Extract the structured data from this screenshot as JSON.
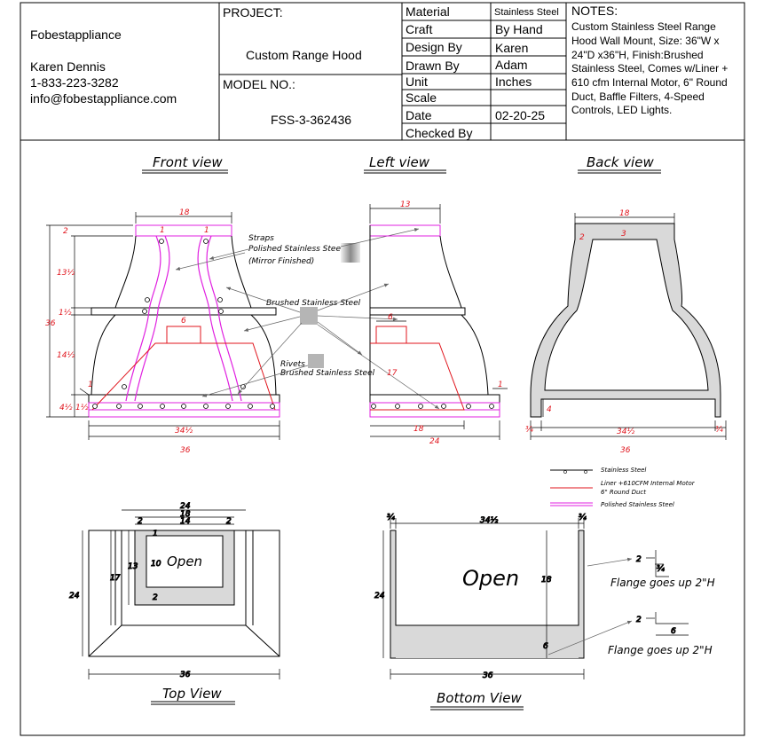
{
  "company": {
    "name": "Fobestappliance",
    "contact_name": "Karen Dennis",
    "phone": "1-833-223-3282",
    "email": "info@fobestappliance.com"
  },
  "project": {
    "label": "PROJECT:",
    "value": "Custom Range Hood"
  },
  "model": {
    "label": "MODEL NO.:",
    "value": "FSS-3-362436"
  },
  "specs": [
    {
      "label": "Material",
      "value": "Stainless Steel"
    },
    {
      "label": "Craft",
      "value": "By Hand"
    },
    {
      "label": "Design By",
      "value": "Karen"
    },
    {
      "label": "Drawn By",
      "value": "Adam"
    },
    {
      "label": "Unit",
      "value": "Inches"
    },
    {
      "label": "Scale",
      "value": ""
    },
    {
      "label": "Date",
      "value": "02-20-25"
    },
    {
      "label": "Checked By",
      "value": ""
    }
  ],
  "notes": {
    "title": "NOTES:",
    "lines": [
      "Custom Stainless Steel Range",
      "Hood Wall Mount, Size: 36\"W x",
      "24\"D x36\"H, Finish:Brushed",
      "Stainless Steel, Comes w/Liner +",
      "610 cfm Internal Motor, 6\" Round",
      "Duct, Baffle Filters, 4-Speed",
      "Controls, LED Lights."
    ]
  },
  "views": {
    "front": "Front view",
    "left": "Left view",
    "back": "Back view",
    "top": "Top View",
    "bottom": "Bottom View"
  },
  "callouts": {
    "straps": "Straps",
    "polished": "Polished Stainless Steel",
    "mirror": "(Mirror Finished)",
    "brushed": "Brushed Stainless Steel",
    "rivets": "Rivets",
    "rivets_material": "Brushed Stainless Steel",
    "open": "Open",
    "flange": "Flange goes up 2\"H"
  },
  "legend": [
    {
      "label": "Stainless Steel",
      "color": "#000000"
    },
    {
      "label": "Liner +610CFM Internal Motor",
      "label2": "6\" Round Duct",
      "color": "#e0141c"
    },
    {
      "label": "Polished Stainless Steel",
      "color": "#e020e0"
    }
  ],
  "dimensions": {
    "w18": "18",
    "w13": "13",
    "h2": "2",
    "h13h": "13½",
    "h1h": "1½",
    "h36": "36",
    "h14h": "14½",
    "h4h": "4½",
    "d1h": "1½",
    "d1": "1",
    "w34h": "34½",
    "w36": "36",
    "w6": "6",
    "h17": "17",
    "w24": "24",
    "h3": "3",
    "h4": "4",
    "w3q": "¾",
    "w14": "14",
    "h10": "10",
    "h13": "13",
    "h24": "24",
    "h18": "18"
  },
  "colors": {
    "accent": "#e0141c",
    "magenta": "#e020e0",
    "steel": "#d9d9d9"
  }
}
